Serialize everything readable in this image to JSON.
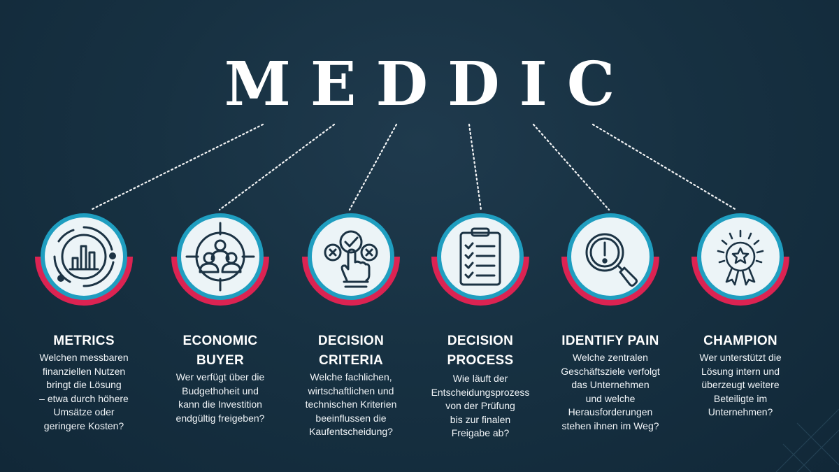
{
  "title": "MEDDIC",
  "items": [
    {
      "icon": "bar-chart-icon",
      "heading": [
        "METRICS"
      ],
      "description": [
        "Welchen messbaren",
        "finanziellen Nutzen",
        "bringt die Lösung",
        "– etwa durch höhere",
        "Umsätze oder",
        "geringere Kosten?"
      ]
    },
    {
      "icon": "people-target-icon",
      "heading": [
        "ECONOMIC",
        "BUYER"
      ],
      "description": [
        "Wer verfügt über die",
        "Budgethoheit und",
        "kann die Investition",
        "endgültig freigeben?"
      ]
    },
    {
      "icon": "hand-check-icon",
      "heading": [
        "DECISION",
        "CRITERIA"
      ],
      "description": [
        "Welche fachlichen,",
        "wirtschaftlichen und",
        "technischen Kriterien",
        "beeinflussen die",
        "Kaufentscheidung?"
      ]
    },
    {
      "icon": "clipboard-checklist-icon",
      "heading": [
        "DECISION",
        "PROCESS"
      ],
      "description": [
        "Wie läuft der",
        "Entscheidungsprozess",
        "von der Prüfung",
        "bis zur finalen",
        "Freigabe ab?"
      ]
    },
    {
      "icon": "magnifier-alert-icon",
      "heading": [
        "IDENTIFY PAIN"
      ],
      "description": [
        "Welche zentralen",
        "Geschäftsziele verfolgt",
        "das Unternehmen",
        "und welche",
        "Herausforderungen",
        "stehen ihnen im Weg?"
      ]
    },
    {
      "icon": "award-badge-icon",
      "heading": [
        "CHAMPION"
      ],
      "description": [
        "Wer unterstützt die",
        "Lösung intern und",
        "überzeugt weitere",
        "Beteiligte im",
        "Unternehmen?"
      ]
    }
  ],
  "colors": {
    "background": "#163040",
    "ring_outer": "#1f9ec0",
    "ring_accent": "#dc2352",
    "badge_fill": "#ecf4f7",
    "icon_stroke": "#1c3344"
  }
}
